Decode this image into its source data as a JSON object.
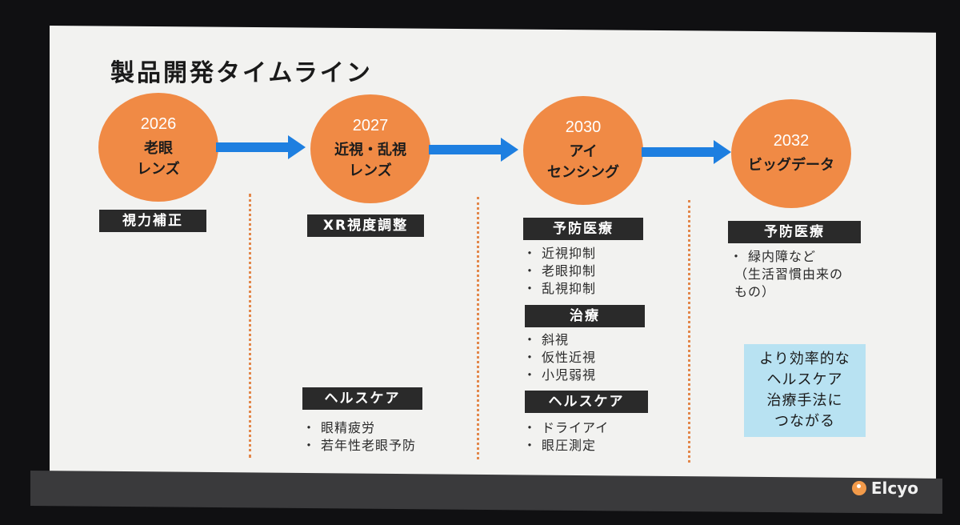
{
  "title": "製品開発タイムライン",
  "milestones": [
    {
      "year": "2026",
      "name": "老眼\nレンズ"
    },
    {
      "year": "2027",
      "name": "近視・乱視\nレンズ"
    },
    {
      "year": "2030",
      "name": "アイ\nセンシング"
    },
    {
      "year": "2032",
      "name": "ビッグデータ"
    }
  ],
  "col1": {
    "tag": "視力補正"
  },
  "col2": {
    "tag": "XR視度調整",
    "tag2": "ヘルスケア",
    "items2": [
      "眼精疲労",
      "若年性老眼予防"
    ]
  },
  "col3": {
    "tag1": "予防医療",
    "items1": [
      "近視抑制",
      "老眼抑制",
      "乱視抑制"
    ],
    "tag2": "治療",
    "items2": [
      "斜視",
      "仮性近視",
      "小児弱視"
    ],
    "tag3": "ヘルスケア",
    "items3": [
      "ドライアイ",
      "眼圧測定"
    ]
  },
  "col4": {
    "tag": "予防医療",
    "item1": "緑内障など",
    "item1b": "（生活習慣由来の",
    "item1c": "もの）",
    "callout": [
      "より効率的な",
      "ヘルスケア",
      "治療手法に",
      "つながる"
    ]
  },
  "brand": "Elcyo",
  "colors": {
    "circle": "#f08a45",
    "arrow": "#1e7fe0",
    "tag": "#2a2a2a",
    "callout": "#b8e2f2"
  }
}
